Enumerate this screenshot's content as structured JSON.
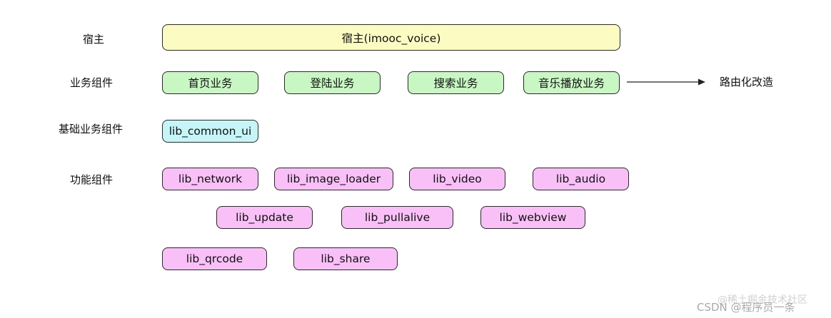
{
  "rows": {
    "host_label": "宿主",
    "biz_label": "业务组件",
    "base_label": "基础业务组件",
    "func_label": "功能组件"
  },
  "host": {
    "box": "宿主(imooc_voice)"
  },
  "business": [
    "首页业务",
    "登陆业务",
    "搜索业务",
    "音乐播放业务"
  ],
  "base": [
    "lib_common_ui"
  ],
  "functional": [
    "lib_network",
    "lib_image_loader",
    "lib_video",
    "lib_audio",
    "lib_update",
    "lib_pullalive",
    "lib_webview",
    "lib_qrcode",
    "lib_share"
  ],
  "annotation": {
    "text": "路由化改造"
  },
  "colors": {
    "host": "#fbfbc2",
    "business": "#c9f7c4",
    "base": "#c5f5f6",
    "functional": "#f8c0f6",
    "border": "#2a2a2a"
  },
  "watermark": {
    "top": "@稀土掘金技术社区",
    "bottom": "CSDN @程序员一条"
  }
}
